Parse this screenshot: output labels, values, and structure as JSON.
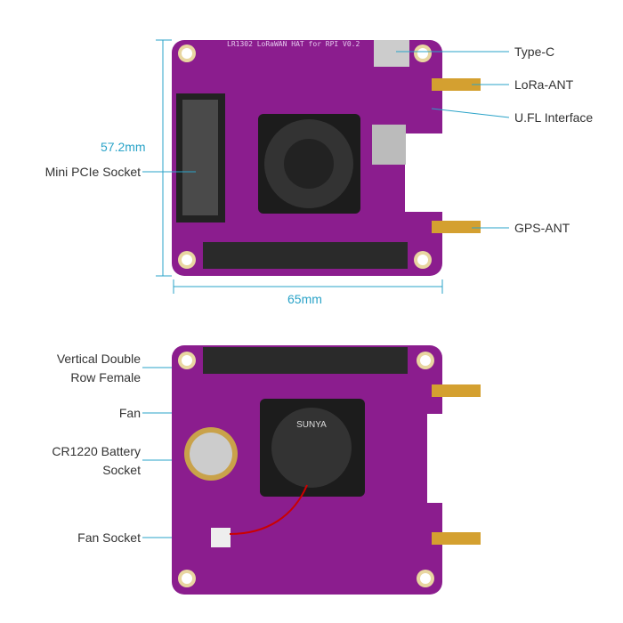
{
  "top_board": {
    "silkscreen": "LR1302 LoRaWAN HAT for RPI V0.2",
    "pcb_color": "#8b1d8e",
    "accent_color": "#2aa3c8",
    "labels": {
      "type_c": "Type-C",
      "lora_ant": "LoRa-ANT",
      "ufl": "U.FL Interface",
      "gps_ant": "GPS-ANT",
      "mini_pcie": "Mini PCIe Socket"
    },
    "height_dim": "57.2mm",
    "width_dim": "65mm"
  },
  "bottom_board": {
    "fan_brand": "SUNYA",
    "labels": {
      "header_line1": "Vertical Double",
      "header_line2": "Row Female",
      "fan": "Fan",
      "battery_line1": "CR1220 Battery",
      "battery_line2": "Socket",
      "fan_socket": "Fan Socket"
    }
  }
}
